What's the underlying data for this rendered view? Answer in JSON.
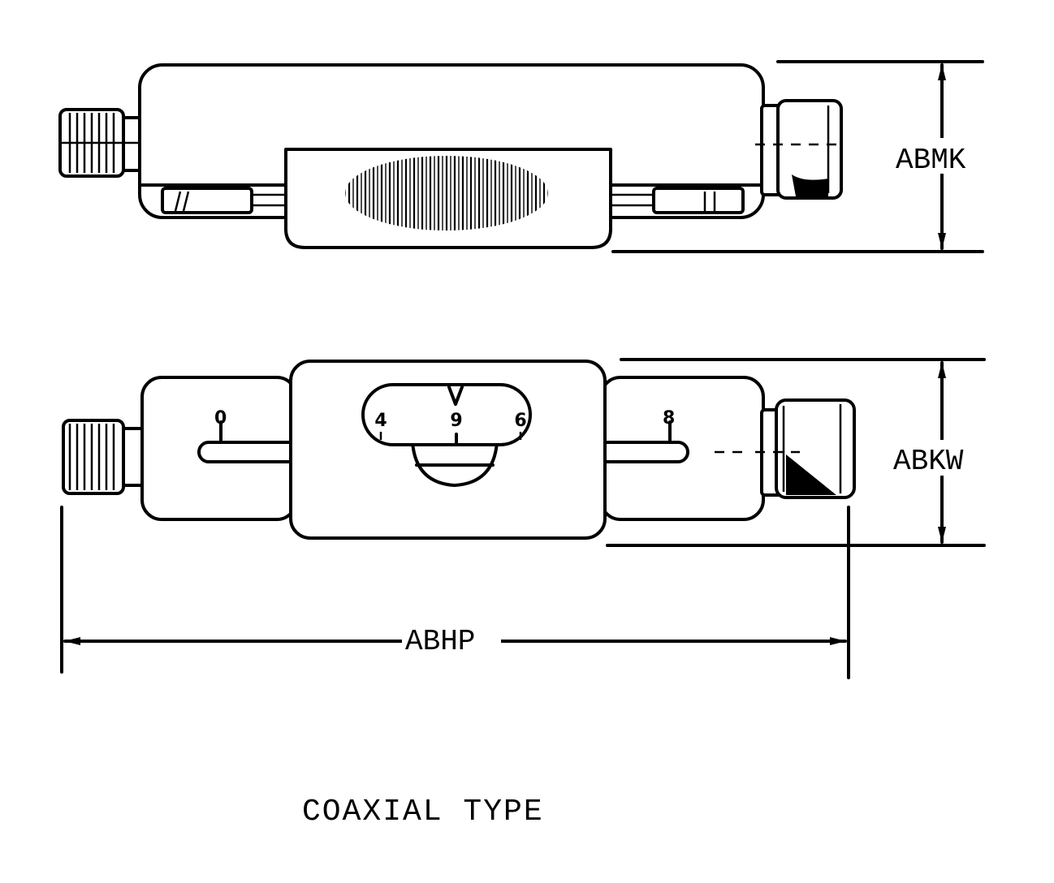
{
  "dimensions": {
    "height_top": "ABMK",
    "height_bottom": "ABKW",
    "overall_length": "ABHP"
  },
  "dial": {
    "left": "4",
    "center": "9",
    "right": "6"
  },
  "slot_markers": {
    "left": "0",
    "right": "8"
  },
  "caption": "COAXIAL TYPE"
}
